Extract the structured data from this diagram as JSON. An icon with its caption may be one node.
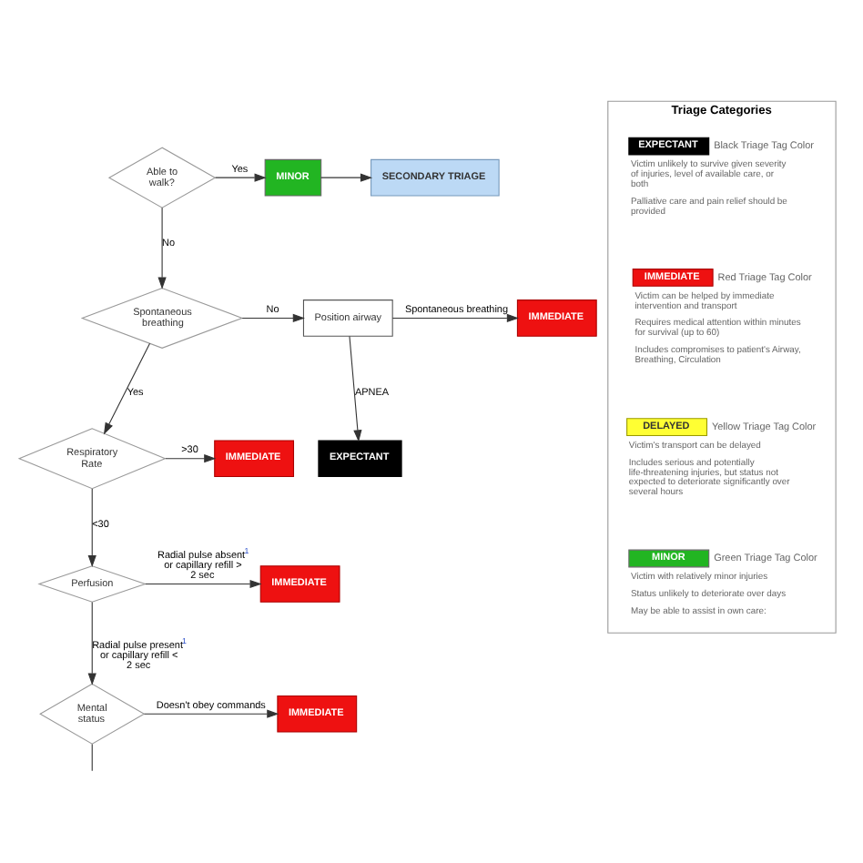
{
  "diagram": {
    "nodes": [
      {
        "text": [
          "Able to walk?"
        ]
      },
      {
        "text": [
          "MINOR"
        ]
      },
      {
        "text": [
          "SECONDARY TRIAGE"
        ]
      },
      {
        "text": [
          "Spontaneous breathing"
        ]
      },
      {
        "text": [
          "Position airway"
        ]
      },
      {
        "text": [
          "IMMEDIATE"
        ]
      },
      {
        "text": [
          "EXPECTANT"
        ]
      },
      {
        "text": [
          "Respiratory Rate"
        ]
      },
      {
        "text": [
          "IMMEDIATE"
        ]
      },
      {
        "text": [
          "Perfusion"
        ]
      },
      {
        "text": [
          "IMMEDIATE"
        ]
      },
      {
        "text": [
          "Mental status"
        ]
      },
      {
        "text": [
          "IMMEDIATE"
        ]
      },
      {
        "text": [
          "Triage Categories"
        ]
      },
      {
        "text": [
          "EXPECTANT"
        ],
        "in": 13,
        "beside": [
          "Black Triage Tag Color",
          "Victim unlikely to survive given severity of injuries, level of available care, or both",
          "Palliative care and pain relief should be provided"
        ]
      },
      {
        "text": [
          "IMMEDIATE"
        ],
        "in": 13,
        "beside": [
          "Red Triage Tag Color",
          "Victim can be helped by immediate intervention and transport",
          "Requires medical attention within minutes for survival (up to 60)",
          "Includes compromises to patient's Airway, Breathing, Circulation"
        ]
      },
      {
        "text": [
          "DELAYED"
        ],
        "in": 13,
        "beside": [
          "Yellow Triage Tag Color",
          "Victim's transport can be delayed",
          "Includes serious and potentially life-threatening injuries, but status not expected to deteriorate significantly over several hours"
        ]
      },
      {
        "text": [
          "MINOR"
        ],
        "in": 13,
        "beside": [
          "Green Triage Tag Color",
          "Victim with relatively minor injuries",
          "Status unlikely to deteriorate over days",
          "May be able to assist in own care:"
        ]
      }
    ],
    "edges": [
      {
        "from": 0,
        "to": 1,
        "arrow": "to",
        "label": "Yes"
      },
      {
        "from": 1,
        "to": 2,
        "arrow": "to"
      },
      {
        "from": 0,
        "to": 3,
        "arrow": "to",
        "label": "No"
      },
      {
        "from": 3,
        "to": 4,
        "arrow": "to",
        "label": "No"
      },
      {
        "from": 4,
        "to": 5,
        "arrow": "to",
        "label": "Spontaneous breathing"
      },
      {
        "from": 4,
        "to": 6,
        "arrow": "to",
        "label": "APNEA"
      },
      {
        "from": 3,
        "to": 7,
        "arrow": "to",
        "label": "Yes"
      },
      {
        "from": 7,
        "to": 8,
        "arrow": "to",
        "label": ">30"
      },
      {
        "from": 7,
        "to": 9,
        "arrow": "to",
        "label": "<30"
      },
      {
        "from": 9,
        "to": 10,
        "arrow": "to",
        "label": "Radial pulse absent$^{1}$ or capillary refill > 2 sec"
      },
      {
        "from": 9,
        "to": 11,
        "arrow": "to",
        "label": "Radial pulse present$^{1}$ or capillary refill < 2 sec"
      },
      {
        "from": 11,
        "to": 12,
        "arrow": "to",
        "label": "Doesn't obey commands"
      },
      {
        "from": 11,
        "to": null,
        "arrow": "none"
      }
    ]
  }
}
